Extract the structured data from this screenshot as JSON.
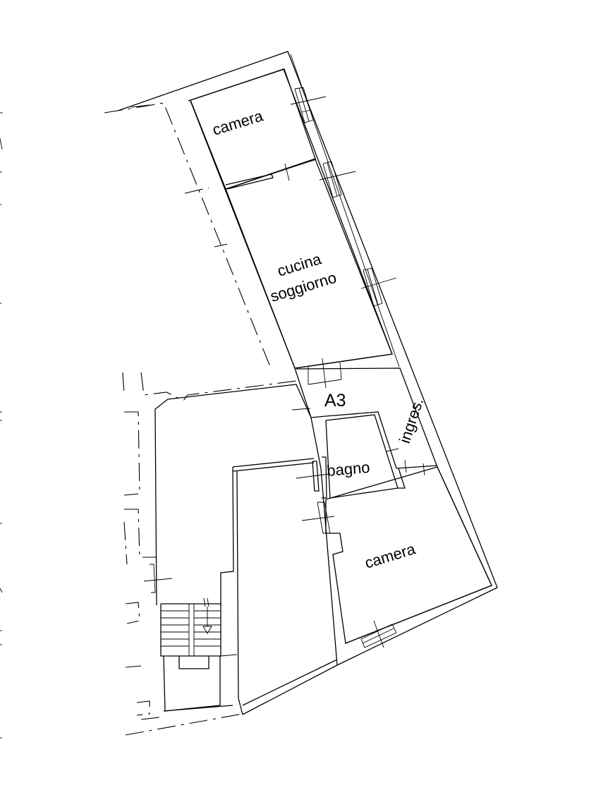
{
  "rooms": {
    "camera_top": "camera",
    "cucina": "cucina",
    "soggiorno": "soggiorno",
    "ingresso": "ingres.",
    "bagno": "bagno",
    "camera_bottom": "camera"
  },
  "unit_tag": "A3"
}
